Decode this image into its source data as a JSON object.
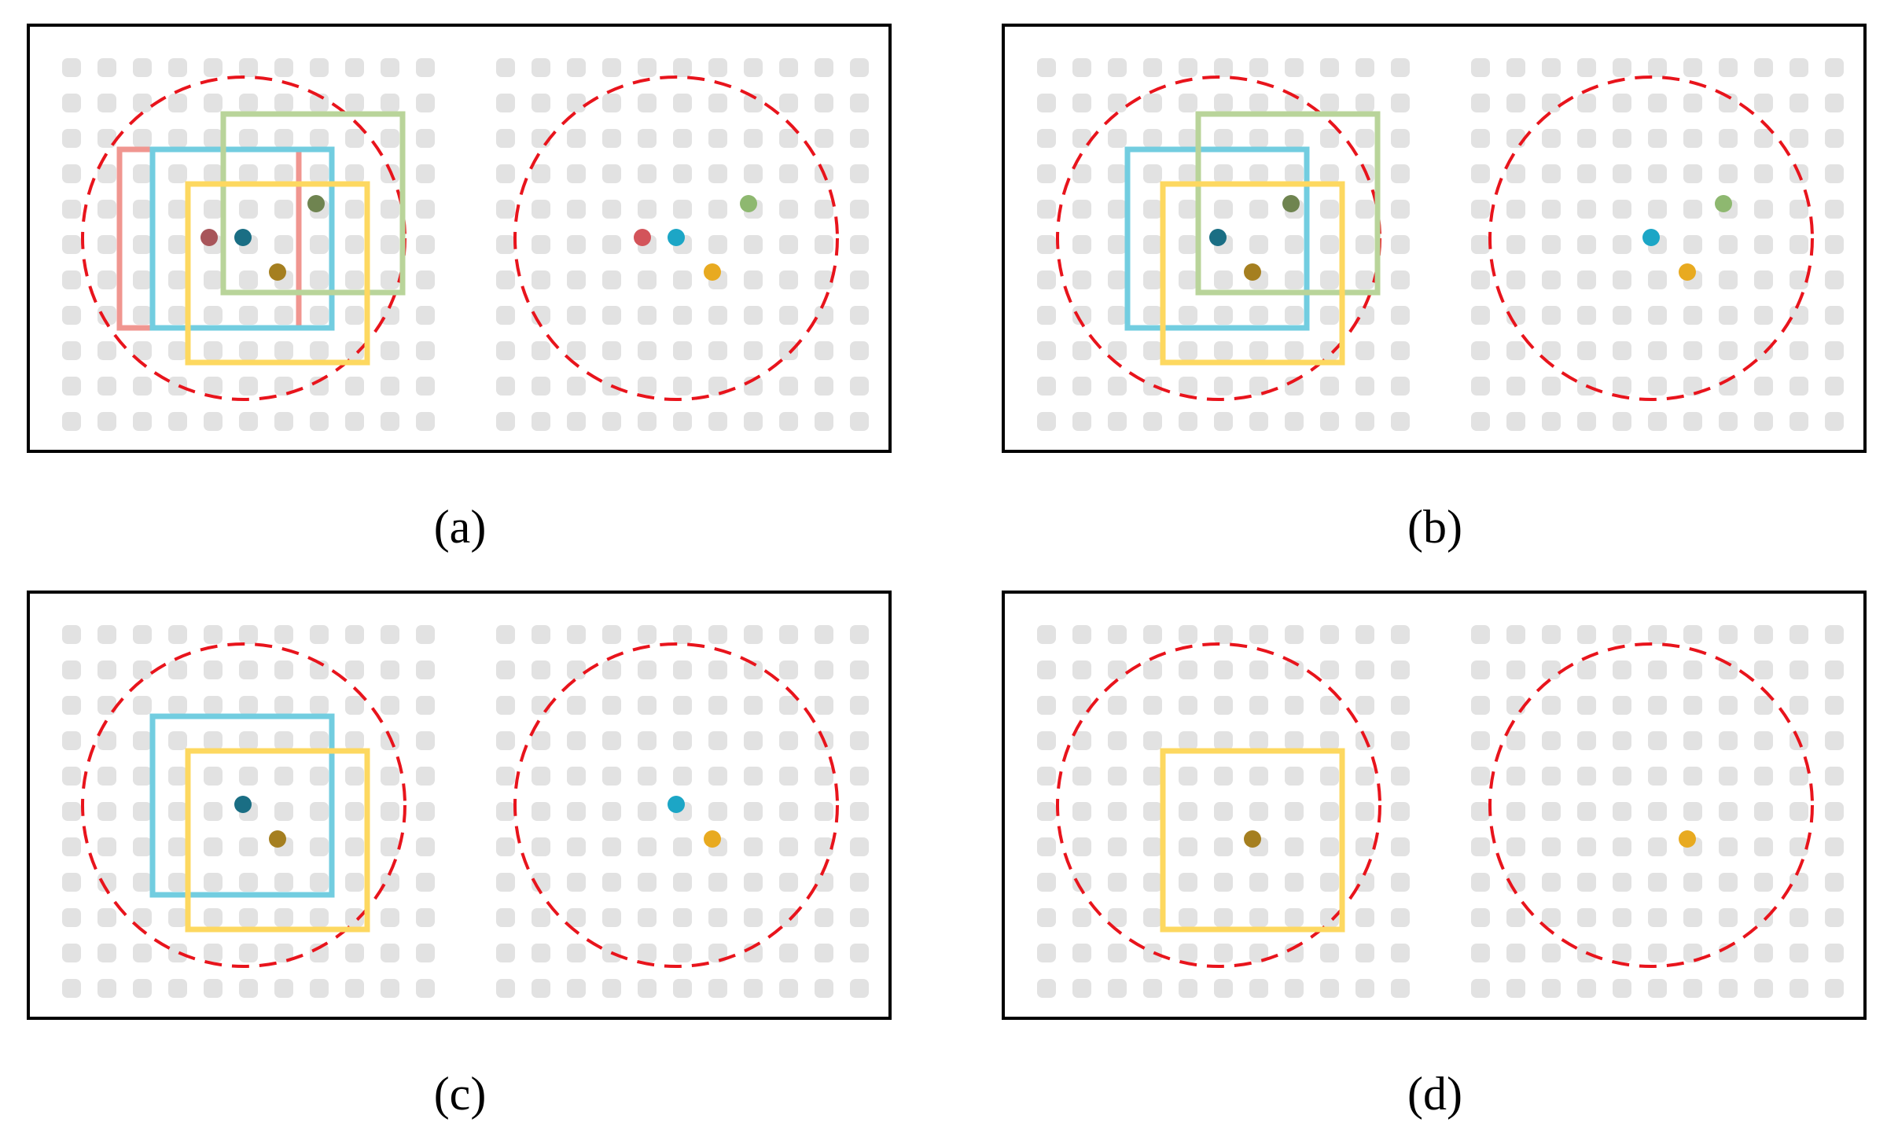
{
  "figure": {
    "panels": [
      {
        "id": "a",
        "caption": "(a)",
        "points": [
          "red",
          "blue",
          "green",
          "yellow"
        ],
        "boxes": [
          "red",
          "blue",
          "green",
          "yellow"
        ]
      },
      {
        "id": "b",
        "caption": "(b)",
        "points": [
          "blue",
          "green",
          "yellow"
        ],
        "boxes": [
          "blue",
          "green",
          "yellow"
        ]
      },
      {
        "id": "c",
        "caption": "(c)",
        "points": [
          "blue",
          "yellow"
        ],
        "boxes": [
          "blue",
          "yellow"
        ]
      },
      {
        "id": "d",
        "caption": "(d)",
        "points": [
          "yellow"
        ],
        "boxes": [
          "yellow"
        ]
      }
    ]
  },
  "colors": {
    "frame": "#000000",
    "grid_dot": "#e2e2e2",
    "circle": "#e8141c",
    "box": {
      "red": "#f09690",
      "blue": "#72cde0",
      "green": "#b9d49a",
      "yellow": "#fdd860"
    },
    "point_left": {
      "red": "#a8555a",
      "blue": "#1a6e84",
      "green": "#6f8450",
      "yellow": "#a57f20"
    },
    "point_right": {
      "red": "#d3545a",
      "blue": "#1ca6c6",
      "green": "#8eb870",
      "yellow": "#e8aa20"
    }
  }
}
